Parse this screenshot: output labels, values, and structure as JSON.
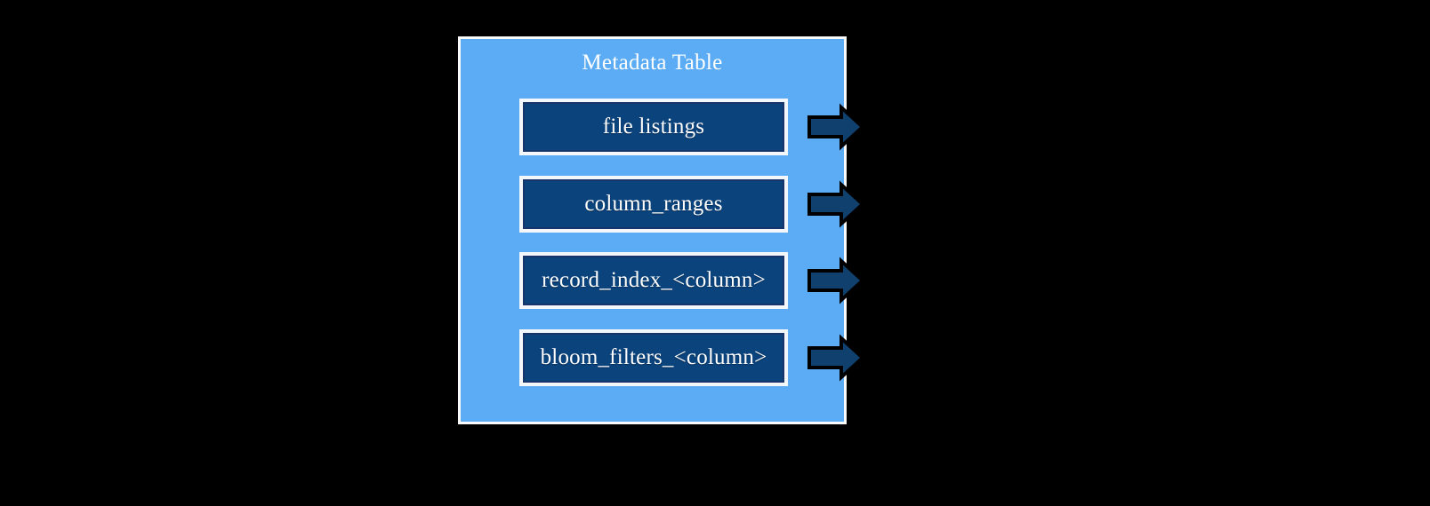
{
  "diagram": {
    "background_color": "#000000",
    "panel": {
      "title": "Metadata Table",
      "fill_color": "#5BACF5",
      "border_color": "#FAFAFA",
      "title_color": "#FFFFFF"
    },
    "row_style": {
      "fill_color": "#0B437D",
      "border_color": "#F4F7FA",
      "label_color": "#FFFFFF"
    },
    "arrow_style": {
      "fill_color": "#10406E",
      "outline_color": "#000000",
      "direction": "right"
    },
    "rows": [
      {
        "label": "file listings",
        "arrow": "right-arrow-icon"
      },
      {
        "label": "column_ranges",
        "arrow": "right-arrow-icon"
      },
      {
        "label": "record_index_<column>",
        "arrow": "right-arrow-icon"
      },
      {
        "label": "bloom_filters_<column>",
        "arrow": "right-arrow-icon"
      }
    ]
  }
}
